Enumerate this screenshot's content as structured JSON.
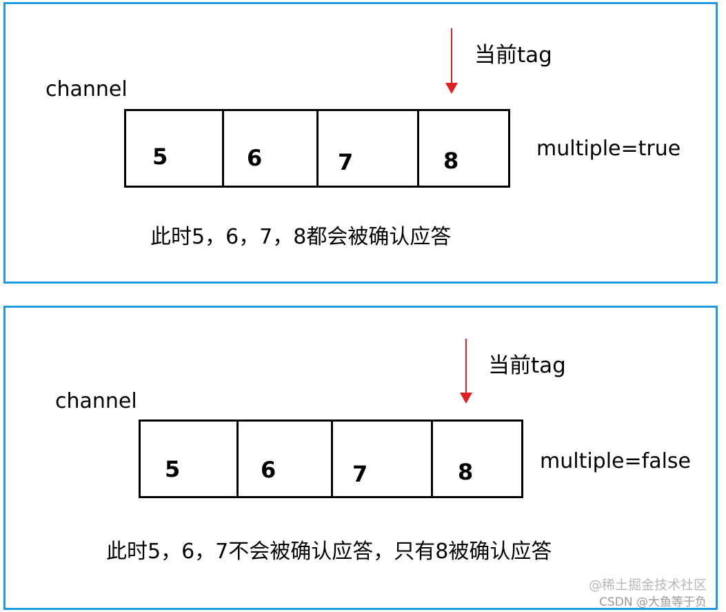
{
  "panels": [
    {
      "channel_label": "channel",
      "current_tag_label": "当前tag",
      "cells": [
        "5",
        "6",
        "7",
        "8"
      ],
      "multiple_label": "multiple=true",
      "caption": "此时5，6，7，8都会被确认应答"
    },
    {
      "channel_label": "channel",
      "current_tag_label": "当前tag",
      "cells": [
        "5",
        "6",
        "7",
        "8"
      ],
      "multiple_label": "multiple=false",
      "caption": "此时5，6，7不会被确认应答，只有8被确认应答"
    }
  ],
  "colors": {
    "frame": "#1e9be0",
    "arrow": "#e02020",
    "grid": "#000000"
  },
  "watermark": {
    "line1": "@稀土掘金技术社区",
    "line2": "CSDN @大鱼等于负"
  }
}
